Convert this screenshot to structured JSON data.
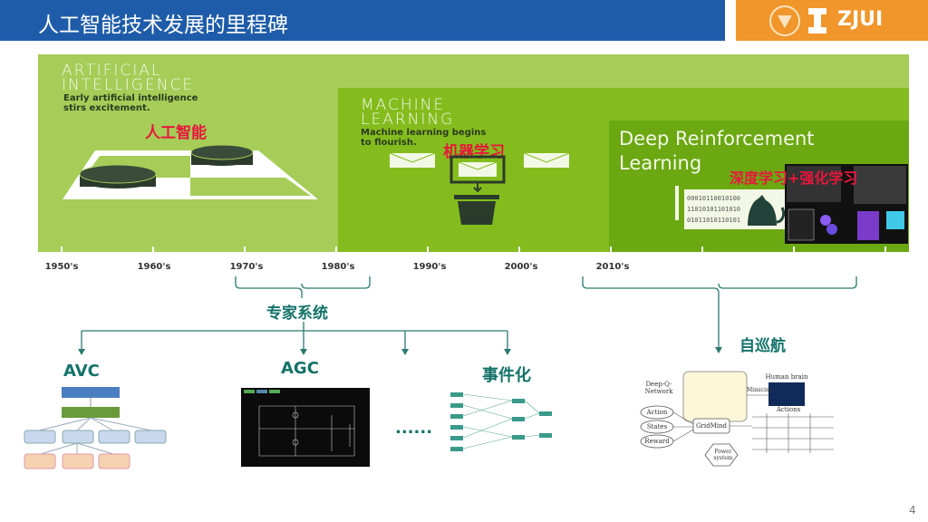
{
  "header": {
    "title": "人工智能技术发展的里程碑",
    "logo_text": "ZJUI"
  },
  "timeline": {
    "ai": {
      "title_line1": "ARTIFICIAL",
      "title_line2": "INTELLIGENCE",
      "desc_line1": "Early artificial intelligence",
      "desc_line2": "stirs excitement.",
      "cn": "人工智能"
    },
    "ml": {
      "title_line1": "MACHINE",
      "title_line2": "LEARNING",
      "desc_line1": "Machine learning begins",
      "desc_line2": "to flourish.",
      "cn": "机器学习"
    },
    "drl": {
      "title_line1": "Deep Reinforcement",
      "title_line2": "Learning",
      "cn": "深度学习+强化学习"
    },
    "decades": [
      "1950's",
      "1960's",
      "1970's",
      "1980's",
      "1990's",
      "2000's",
      "2010's"
    ]
  },
  "branches": {
    "expert": {
      "label": "专家系统",
      "items": [
        "AVC",
        "AGC",
        "事件化"
      ],
      "ellipsis": "......"
    },
    "auto": {
      "label": "自巡航"
    }
  },
  "drl_diagram": {
    "network": "Deep-Q-Network",
    "human": "Human brain",
    "mimicing": "Mimicing",
    "action": "Action",
    "states": "States",
    "reward": "Reward",
    "gridmind": "GridMind",
    "power": "Power system",
    "actions": "Actions"
  },
  "page_number": "4",
  "colors": {
    "header": "#1e5ca9",
    "logo_bg": "#f0962a",
    "accent_red": "#e8163c",
    "label": "#137268"
  }
}
